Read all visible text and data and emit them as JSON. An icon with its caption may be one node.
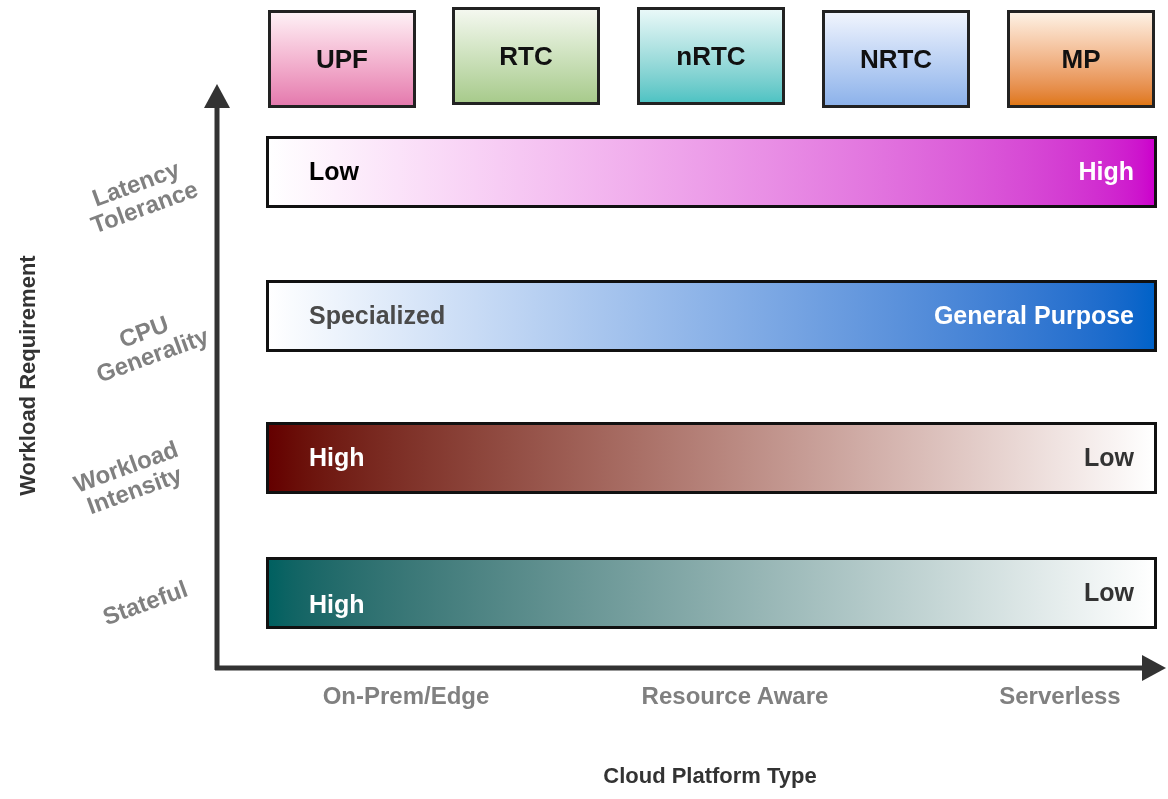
{
  "diagram": {
    "nodes": [
      {
        "text": [
          "UPF"
        ]
      },
      {
        "text": [
          "RTC"
        ]
      },
      {
        "text": [
          "nRTC"
        ]
      },
      {
        "text": [
          "NRTC"
        ]
      },
      {
        "text": [
          "MP"
        ]
      },
      {
        "text": [
          "Low",
          "High"
        ]
      },
      {
        "text": [
          "Specialized",
          "General Purpose"
        ]
      },
      {
        "text": [
          "High",
          "Low"
        ]
      },
      {
        "text": [
          "High",
          "Low"
        ]
      }
    ],
    "edges": [],
    "labels": [
      "Latency Tolerance",
      "CPU Generality",
      "Workload Intensity",
      "Stateful",
      "Workload Requirement",
      "On-Prem/Edge",
      "Resource Aware",
      "Serverless",
      "Cloud Platform Type"
    ]
  }
}
